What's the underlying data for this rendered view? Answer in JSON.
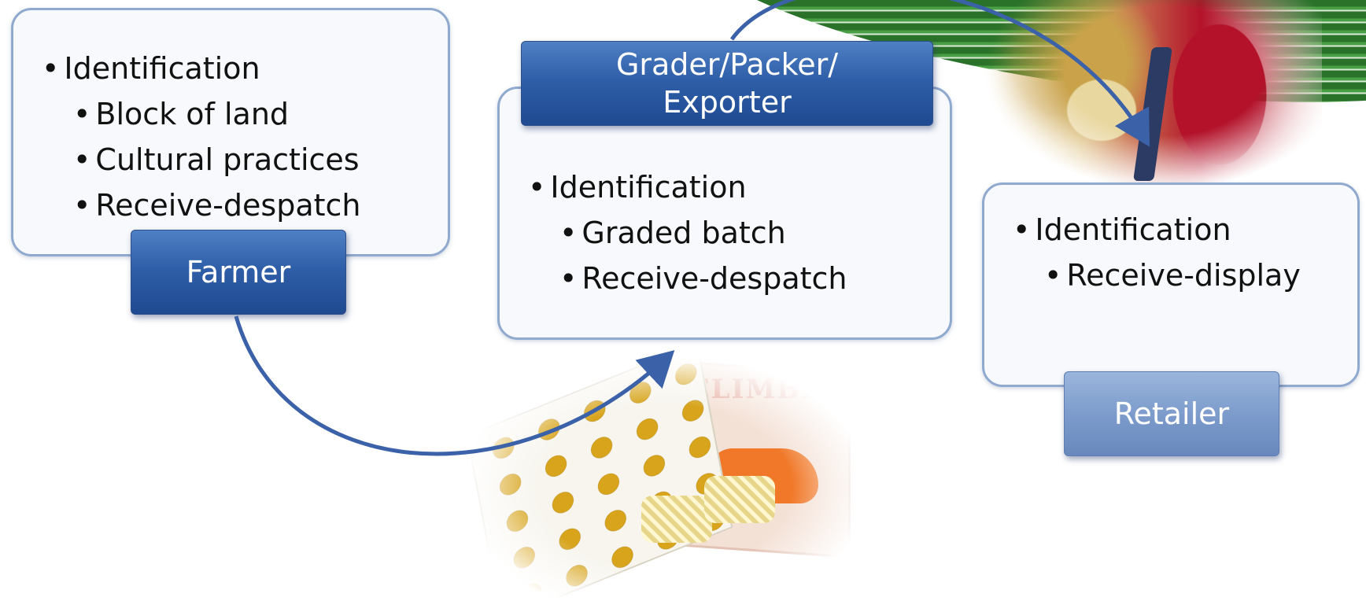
{
  "farmer": {
    "label": "Farmer",
    "heading": "Identification",
    "items": [
      "Block of land",
      "Cultural practices",
      "Receive-despatch"
    ]
  },
  "grader": {
    "label_line1": "Grader/Packer/",
    "label_line2": "Exporter",
    "heading": "Identification",
    "items": [
      "Graded batch",
      "Receive-despatch"
    ]
  },
  "retailer": {
    "label": "Retailer",
    "heading": "Identification",
    "items": [
      "Receive-display"
    ]
  },
  "bullet_glyph": "•",
  "box_lid_text": "BELIMBING",
  "colors": {
    "label_dark": "#2f5fa8",
    "label_light": "#7d9ccc",
    "box_border": "#8fa9cf",
    "arrow": "#3b62a8"
  },
  "icons": [
    "leaf-photo",
    "shopper-photo",
    "fruit-box-photo"
  ]
}
